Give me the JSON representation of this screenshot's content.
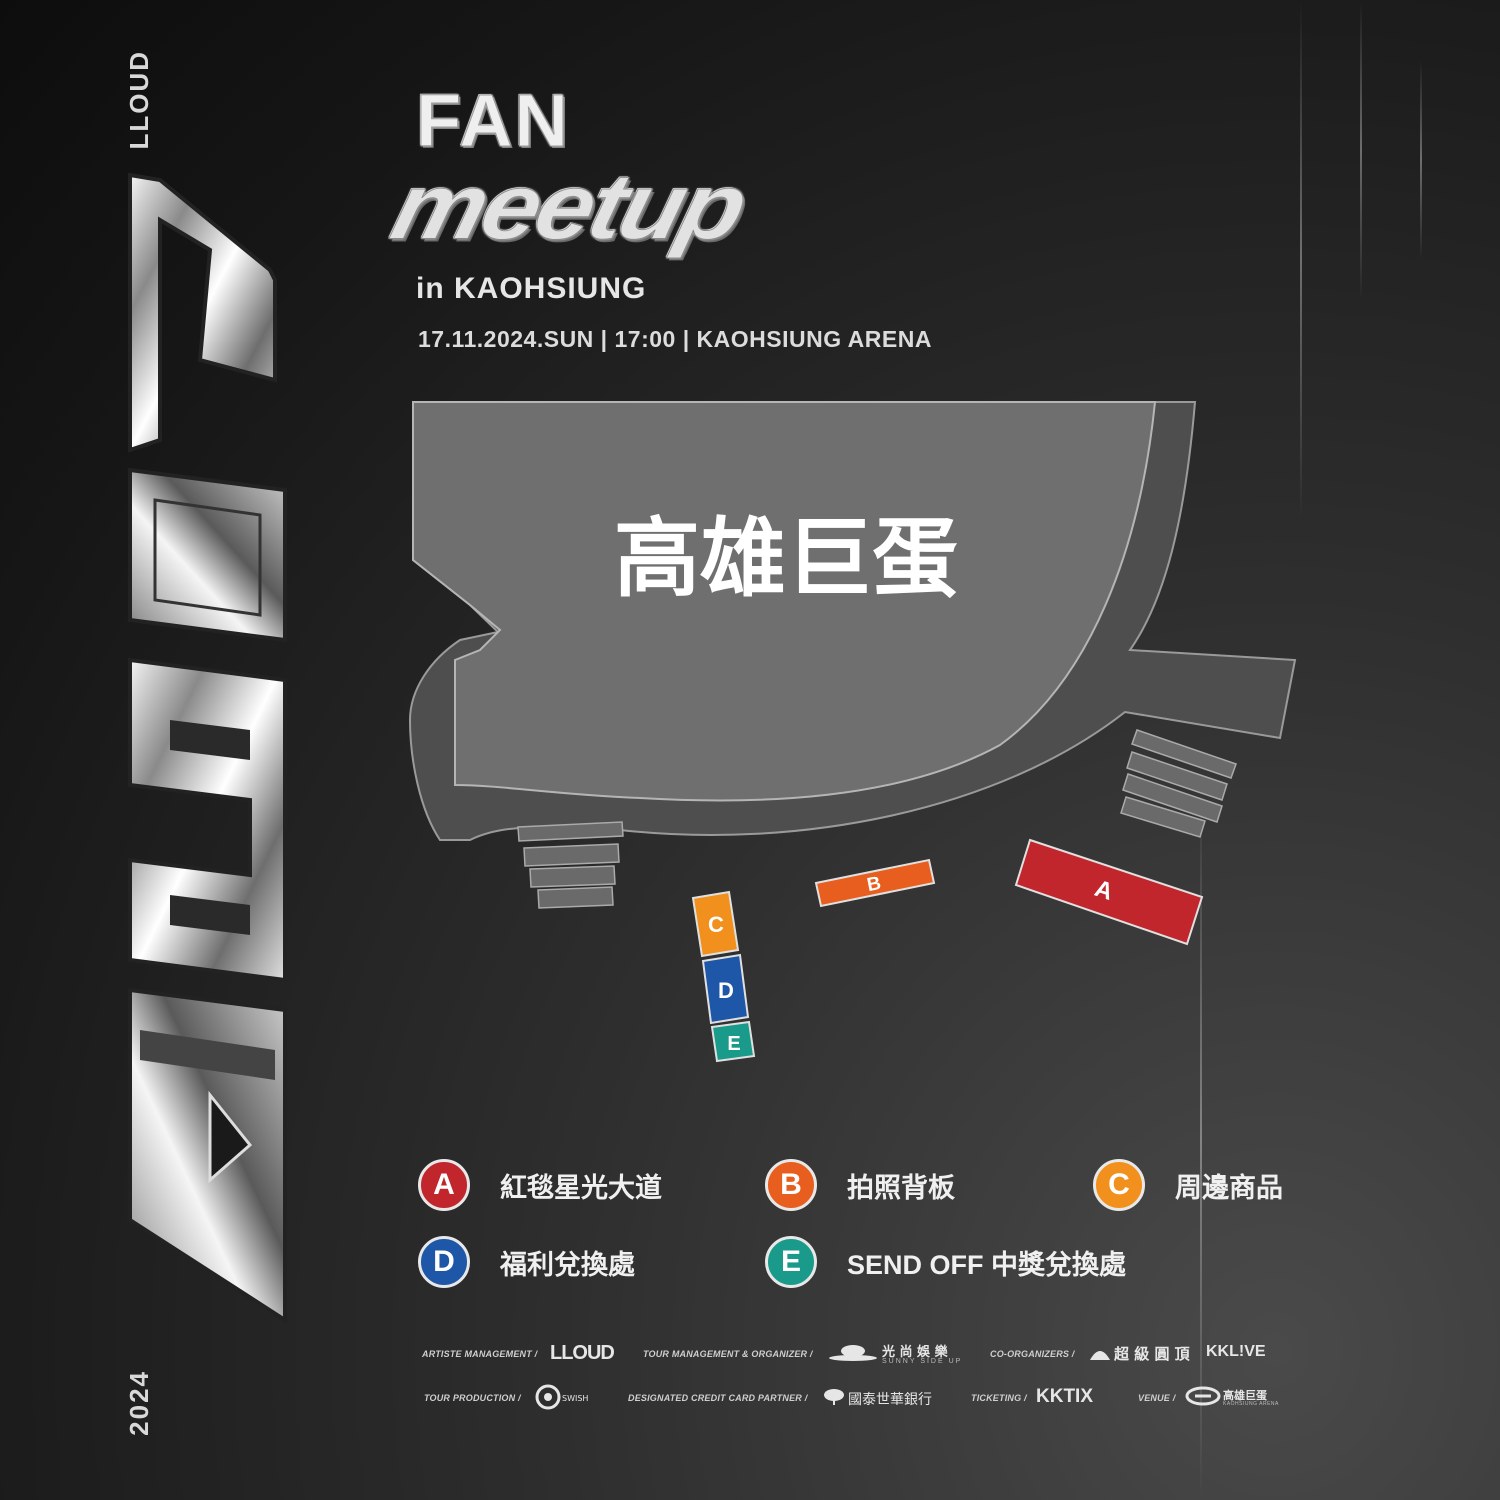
{
  "side": {
    "label_top": "LLOUD",
    "label_bottom": "2024"
  },
  "header": {
    "title_line1": "FAN",
    "title_line2": "meetup",
    "city": "in KAOHSIUNG",
    "info": "17.11.2024.SUN | 17:00 | KAOHSIUNG ARENA"
  },
  "map": {
    "venue_name": "高雄巨蛋",
    "zones": [
      {
        "key": "A",
        "label": "A",
        "color": "#c0262b"
      },
      {
        "key": "B",
        "label": "B",
        "color": "#e85e1f"
      },
      {
        "key": "C",
        "label": "C",
        "color": "#f2901e"
      },
      {
        "key": "D",
        "label": "D",
        "color": "#1e56a8"
      },
      {
        "key": "E",
        "label": "E",
        "color": "#1a9a8a"
      }
    ]
  },
  "legend": [
    {
      "letter": "A",
      "text": "紅毯星光大道",
      "color": "#c0262b"
    },
    {
      "letter": "B",
      "text": "拍照背板",
      "color": "#e85e1f"
    },
    {
      "letter": "C",
      "text": "周邊商品",
      "color": "#f2901e"
    },
    {
      "letter": "D",
      "text": "福利兌換處",
      "color": "#1e56a8"
    },
    {
      "letter": "E",
      "text": "SEND OFF 中獎兌換處",
      "color": "#1a9a8a"
    }
  ],
  "credits": {
    "artiste_management_label": "ARTISTE MANAGEMENT /",
    "artiste_management_brand": "LLOUD",
    "tour_management_label": "TOUR MANAGEMENT & ORGANIZER /",
    "tour_management_brand": "光 尚 娛 樂",
    "tour_management_sub": "SUNNY SIDE UP",
    "co_organizers_label": "CO-ORGANIZERS /",
    "co_organizer_1": "超 級 圓 頂",
    "co_organizer_2": "KKL!VE",
    "tour_production_label": "TOUR PRODUCTION /",
    "tour_production_brand": "SWISH",
    "credit_card_label": "DESIGNATED CREDIT CARD PARTNER /",
    "credit_card_brand": "國泰世華銀行",
    "ticketing_label": "TICKETING /",
    "ticketing_brand": "KKTIX",
    "venue_label": "VENUE /",
    "venue_brand": "高雄巨蛋",
    "venue_sub": "KAOHSIUNG ARENA"
  }
}
